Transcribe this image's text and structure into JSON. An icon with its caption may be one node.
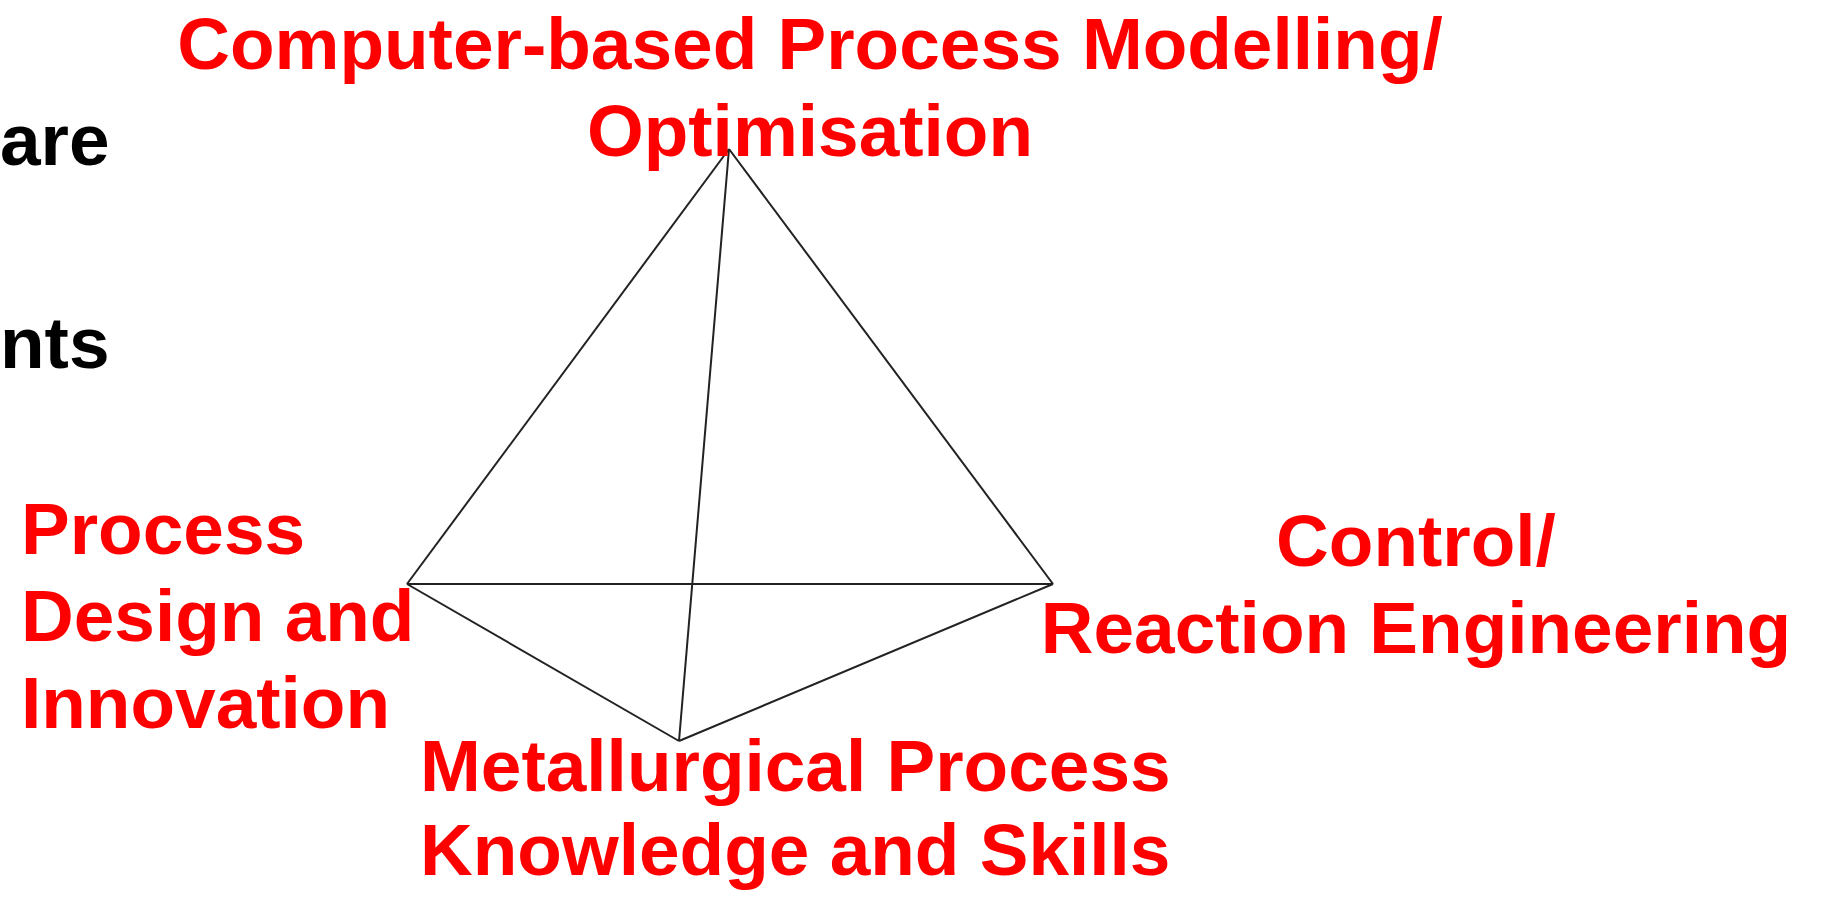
{
  "diagram": {
    "labels": [
      "Computer-based Process Modelling/ Optimisation",
      "are",
      "nts",
      "Process Design and Innovation",
      "Control/ Reaction Engineering",
      "Metallurgical Process Knowledge and Skills"
    ]
  }
}
